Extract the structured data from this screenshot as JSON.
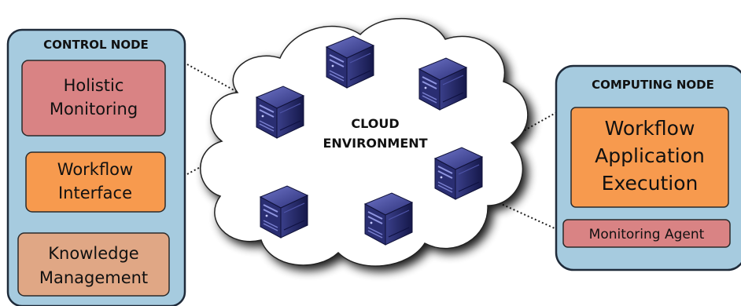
{
  "control_node": {
    "title": "CONTROL NODE",
    "modules": [
      {
        "lines": [
          "Holistic",
          "Monitoring"
        ],
        "color": "#d98384"
      },
      {
        "lines": [
          "Workflow",
          "Interface"
        ],
        "color": "#f79a4e"
      },
      {
        "lines": [
          "Knowledge",
          "Management"
        ],
        "color": "#e0a785"
      }
    ]
  },
  "cloud": {
    "lines": [
      "CLOUD",
      "ENVIRONMENT"
    ]
  },
  "computing_node": {
    "title": "COMPUTING NODE",
    "modules": [
      {
        "lines": [
          "Workflow",
          "Application",
          "Execution"
        ],
        "color": "#f79a4e"
      },
      {
        "lines": [
          "Monitoring Agent"
        ],
        "color": "#d98384"
      }
    ]
  },
  "colors": {
    "node_fill": "#a6cbdf",
    "node_stroke": "#1f2b3a",
    "server_body": "#3a3f8a",
    "server_dark": "#1b1f55"
  },
  "icons": {
    "server": "server-icon"
  }
}
